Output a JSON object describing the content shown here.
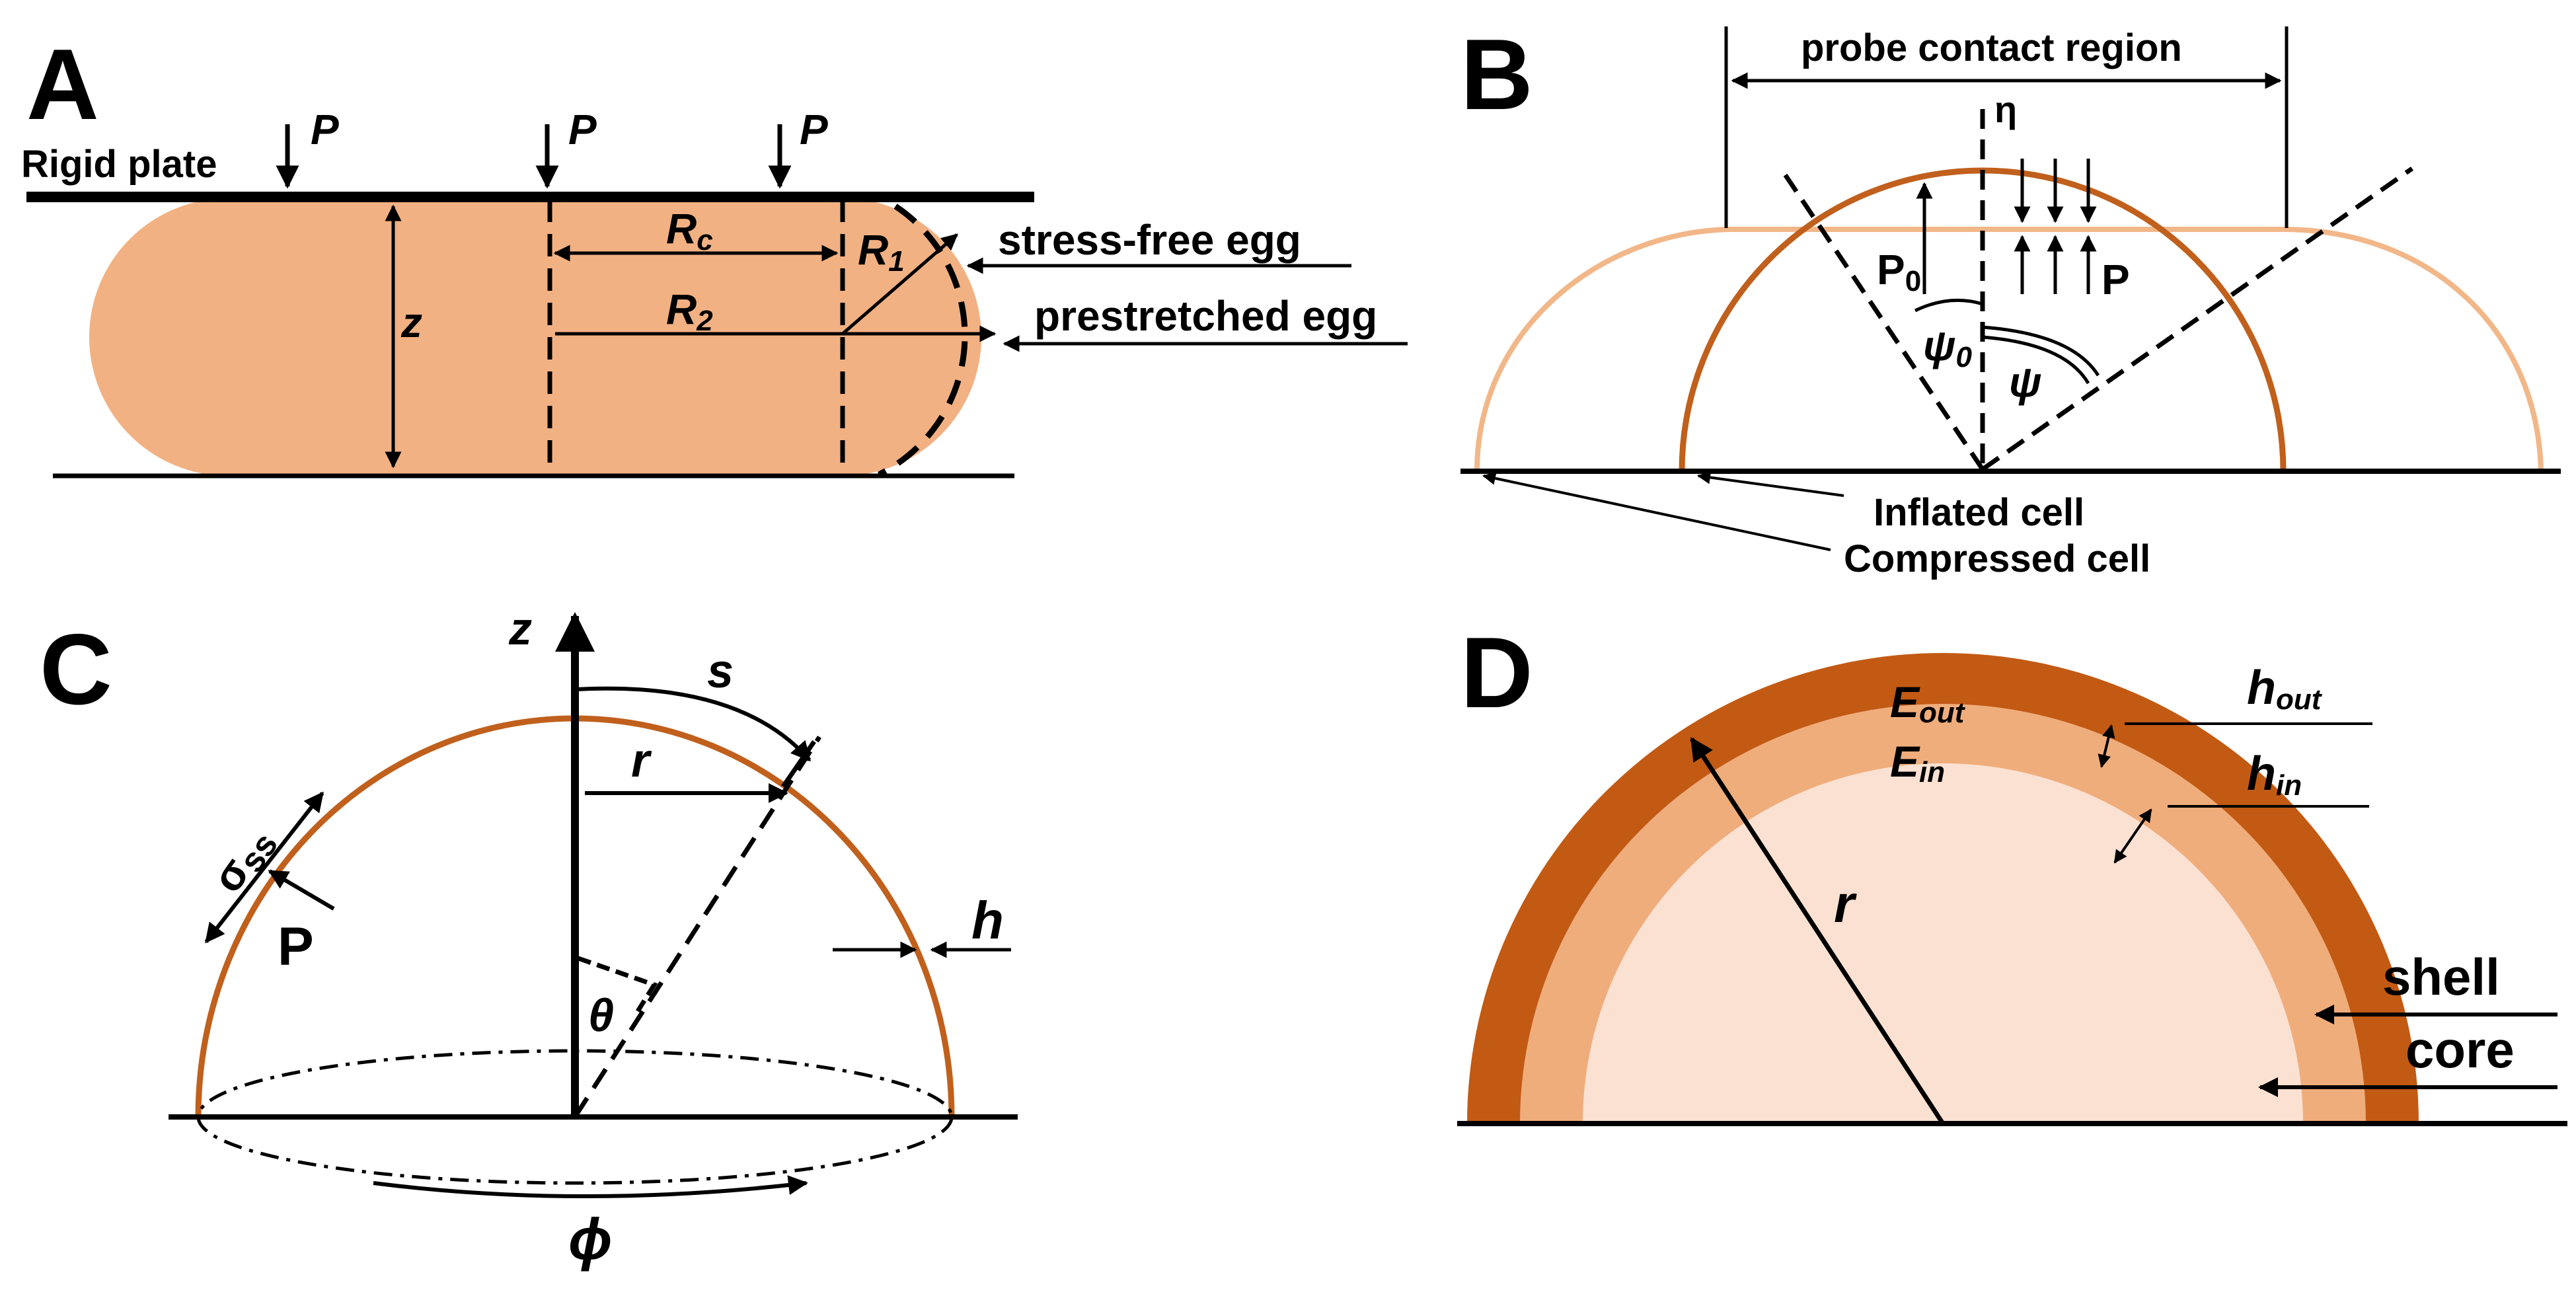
{
  "panels": {
    "a": {
      "letter": "A",
      "rigid_plate": "Rigid plate",
      "force": "P",
      "height": "z",
      "rc_main": "R",
      "rc_sub": "c",
      "r1_main": "R",
      "r1_sub": "1",
      "r2_main": "R",
      "r2_sub": "2",
      "stress_free": "stress-free egg",
      "prestretched": "prestretched egg"
    },
    "b": {
      "letter": "B",
      "probe_contact": "probe contact region",
      "eta": "η",
      "p0_main": "P",
      "p0_sub": "0",
      "p": "P",
      "psi0_main": "ψ",
      "psi0_sub": "0",
      "psi": "ψ",
      "inflated": "Inflated cell",
      "compressed": "Compressed cell"
    },
    "c": {
      "letter": "C",
      "z": "z",
      "s": "s",
      "r": "r",
      "sigma_main": "σ",
      "sigma_sub": "ss",
      "p": "P",
      "h": "h",
      "theta": "θ",
      "phi": "ϕ"
    },
    "d": {
      "letter": "D",
      "e_out_main": "E",
      "e_out_sub": "out",
      "e_in_main": "E",
      "e_in_sub": "in",
      "h_out_main": "h",
      "h_out_sub": "out",
      "h_in_main": "h",
      "h_in_sub": "in",
      "r": "r",
      "shell": "shell",
      "core": "core"
    }
  },
  "colors": {
    "egg_fill": "#f2b183",
    "cell_dark": "#c0601c",
    "cell_light": "#f2b788",
    "shell_dark": "#c25a14",
    "shell_mid": "#f0ad7c",
    "core_light": "#fbe1d2",
    "ink": "#000000"
  }
}
